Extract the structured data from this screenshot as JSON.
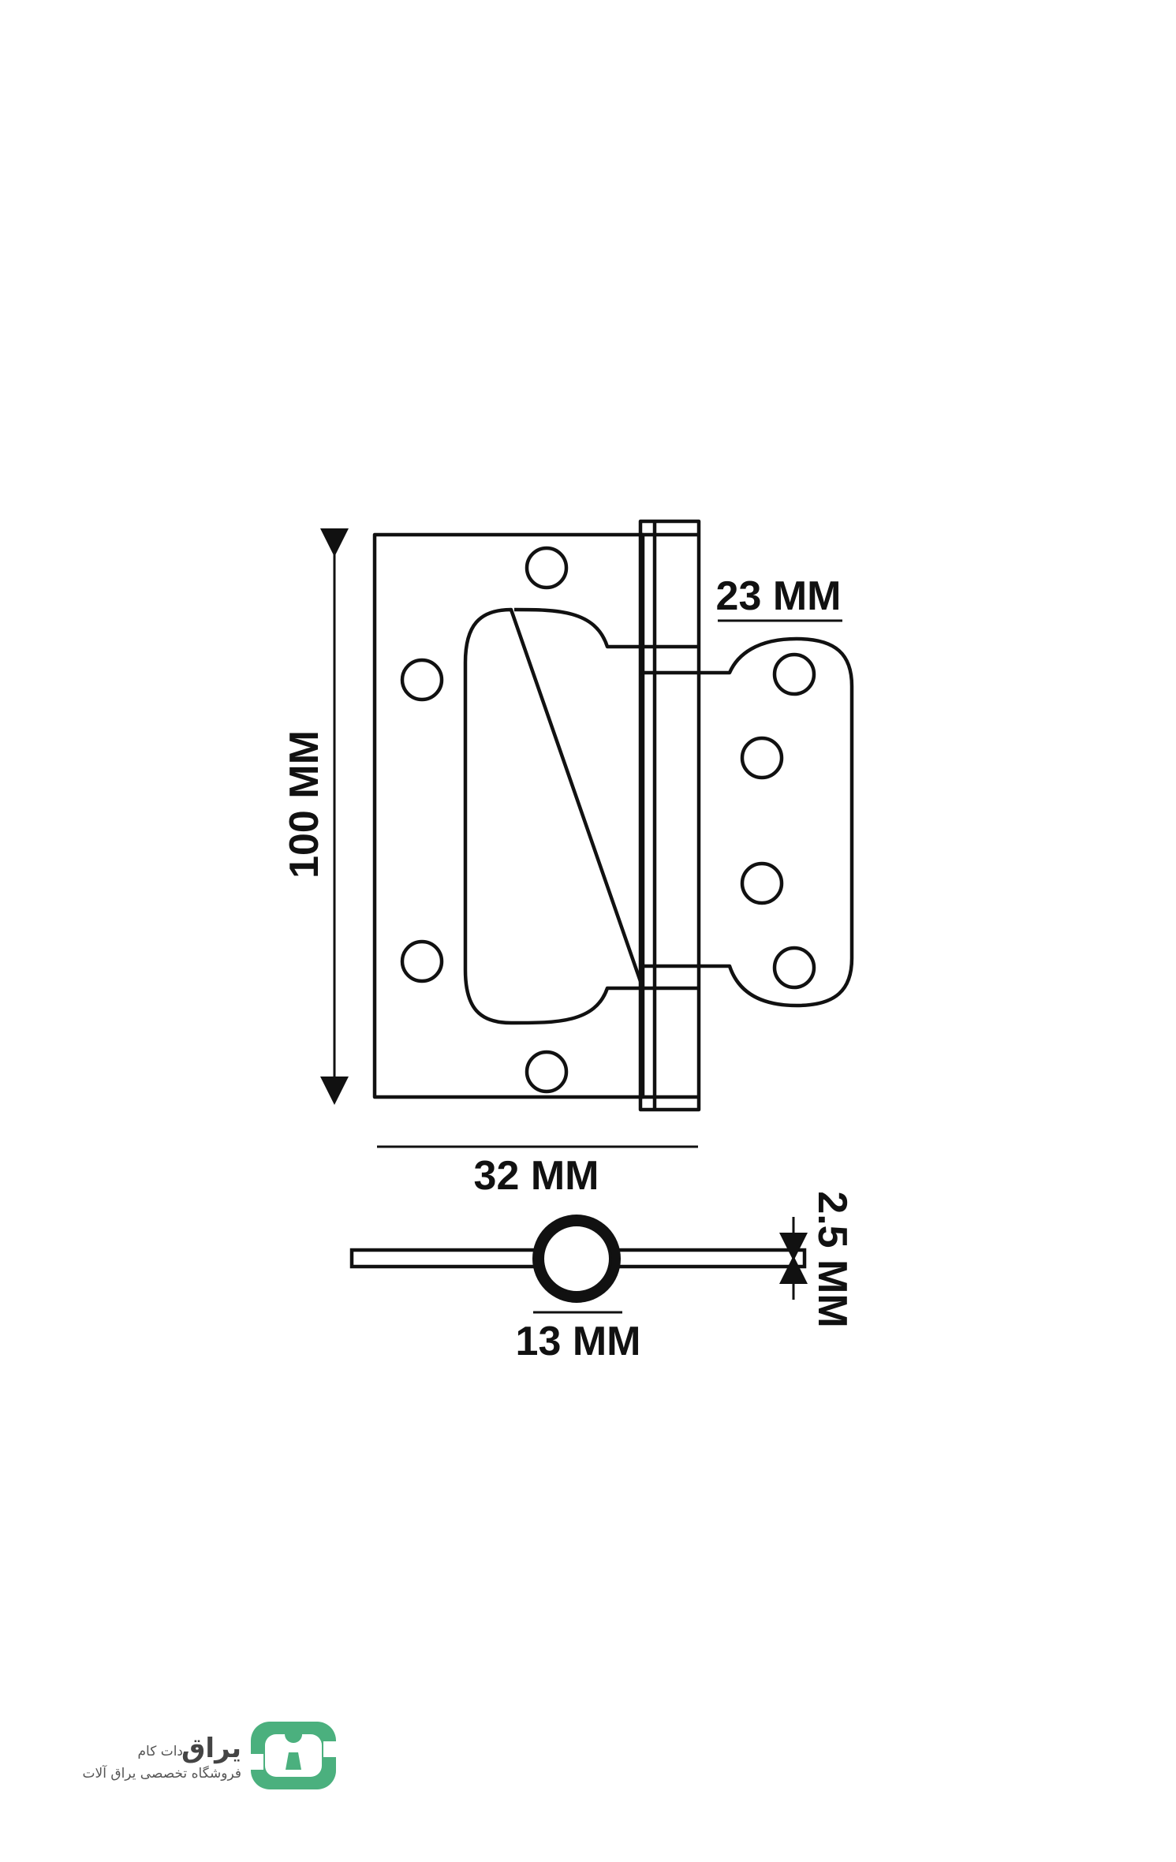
{
  "dimensions": {
    "height": "100 MM",
    "width": "32 MM",
    "wing": "23 MM",
    "knuckle_diameter": "13 MM",
    "thickness": "2.5 MM"
  },
  "logo": {
    "brand": "یراق",
    "domain": "دات کام",
    "tagline": "فروشگاه تخصصی یراق آلات",
    "color": "#4bb07e"
  },
  "colors": {
    "line": "#111111",
    "background": "#ffffff"
  }
}
